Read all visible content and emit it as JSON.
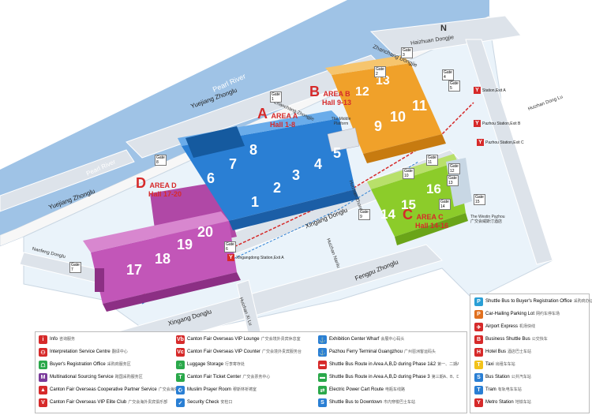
{
  "colors": {
    "area_a": "#2a7fd4",
    "area_b": "#f0a12a",
    "area_c": "#8ccc2a",
    "area_d": "#c256b8",
    "road": "#dde3ea",
    "river": "#9fc3e6",
    "ground": "#eaf3fa",
    "accent_red": "#d62a2a"
  },
  "compass": "N",
  "rivers": {
    "pearl_river_top": "Pearl River",
    "pearl_river_left": "Pearl River"
  },
  "roads": {
    "haizhuan_dongjie": "Haizhuan Dongjie",
    "zhanchang_dongjie": "Zhanchang Dongjie",
    "yuejiang_zhonglu_top": "Yuejiang Zhonglu",
    "yuejiang_zhonglu_left": "Yuejiang Zhonglu",
    "zhanchang_zhongjie": "Zhanchang Zhongjie",
    "xingang_donglu_mid": "Xingang Donglu",
    "xingang_donglu_bottom": "Xingang Donglu",
    "huizhanlu_nan": "Huizhan Nanlu",
    "huizhan_xilu": "Huizhan Xi Lu",
    "huizhan_zhongjie": "Huizhan Zhongjie",
    "fengpu_zhonglu": "Fengpu Zhonglu",
    "nanfeng_donglu": "Nanfeng Donglu",
    "huizhan_donglu": "Huizhan Dong Lu"
  },
  "areas": {
    "a": {
      "letter": "A",
      "title": "AREA A",
      "halls": "Hall 1-8"
    },
    "b": {
      "letter": "B",
      "title": "AREA B",
      "halls": "Hall 9-13"
    },
    "c": {
      "letter": "C",
      "title": "AREA C",
      "halls": "Hall 14-16"
    },
    "d": {
      "letter": "D",
      "title": "AREA D",
      "halls": "Hall 17-20"
    }
  },
  "hall_numbers": {
    "a": [
      "1",
      "2",
      "3",
      "4",
      "5",
      "6",
      "7",
      "8"
    ],
    "b": [
      "9",
      "10",
      "11",
      "12",
      "13"
    ],
    "c": [
      "14",
      "15",
      "16"
    ],
    "d": [
      "17",
      "18",
      "19",
      "20"
    ]
  },
  "gates": [
    "Gate 1",
    "Gate 2",
    "Gate 3",
    "Gate 4",
    "Gate 5",
    "Gate 6",
    "Gate 7",
    "Gate 8",
    "Gate 9",
    "Gate 10",
    "Gate 11",
    "Gate 12",
    "Gate 13",
    "Gate 14",
    "Gate 15"
  ],
  "places": {
    "middle_platform": "The Middle Platform",
    "westin_1": "The Westin Pazhou",
    "westin_2": "广交会威斯汀酒店",
    "pazhou_b": "Pazhou Station,Exit B",
    "pazhou_c": "Pazhou Station,Exit C",
    "xingang_a": "Xingangdong Station,Exit A",
    "station_a": "Station,Exit A"
  },
  "legend_right": [
    {
      "icon": "P",
      "color": "#2a9fd6",
      "en": "Shuttle Bus to Buyer's Registration Office",
      "zh": "采购商办证接驳巴士"
    },
    {
      "icon": "P",
      "color": "#e0701f",
      "en": "Car-Hailing Parking Lot",
      "zh": "网约车停车场"
    },
    {
      "icon": "✈",
      "color": "#d62a2a",
      "en": "Airport Express",
      "zh": "机场快线"
    },
    {
      "icon": "B",
      "color": "#d62a2a",
      "en": "Business Shuttle Bus",
      "zh": "公交快车"
    },
    {
      "icon": "H",
      "color": "#d62a2a",
      "en": "Hotel Bus",
      "zh": "酒店巴士车站"
    },
    {
      "icon": "T",
      "color": "#f2c21a",
      "en": "Taxi",
      "zh": "出租车车站"
    },
    {
      "icon": "S",
      "color": "#2a7fd4",
      "en": "Bus Station",
      "zh": "公共汽车站"
    },
    {
      "icon": "T",
      "color": "#2a7fd4",
      "en": "Tram",
      "zh": "有轨电车车站"
    },
    {
      "icon": "Y",
      "color": "#d62a2a",
      "en": "Metro Station",
      "zh": "地铁车站"
    }
  ],
  "legend_bottom": [
    {
      "icon": "i",
      "color": "#d62a2a",
      "en": "Info",
      "zh": "咨询服务"
    },
    {
      "icon": "⚇",
      "color": "#d62a2a",
      "en": "Interpretation Service Centre",
      "zh": "翻译中心"
    },
    {
      "icon": "☖",
      "color": "#2aa84a",
      "en": "Buyer's Registration Office",
      "zh": "采购商服务区"
    },
    {
      "icon": "M",
      "color": "#7a3a9a",
      "en": "Multinational Sourcing Service",
      "zh": "跨国采购服务区"
    },
    {
      "icon": "▲",
      "color": "#d62a2a",
      "en": "Canton Fair Overseas Cooperative Partner Service",
      "zh": "广交会海外合作伙伴服务中心"
    },
    {
      "icon": "V",
      "color": "#d62a2a",
      "en": "Canton Fair Overseas VIP Elite Club",
      "zh": "广交会海外贵宾俱乐部"
    },
    {
      "icon": "Vb",
      "color": "#d62a2a",
      "en": "Canton Fair Overseas VIP Lounge",
      "zh": "广交会境外贵宾休息室"
    },
    {
      "icon": "Vc",
      "color": "#d62a2a",
      "en": "Canton Fair Overseas VIP Counter",
      "zh": "广交会境外贵宾服务台"
    },
    {
      "icon": "⌂",
      "color": "#2aa84a",
      "en": "Luggage Storage",
      "zh": "行李寄存处"
    },
    {
      "icon": "T",
      "color": "#2aa84a",
      "en": "Canton Fair Ticket Center",
      "zh": "广交会票务中心"
    },
    {
      "icon": "☪",
      "color": "#2a7fd4",
      "en": "Muslim Prayer Room",
      "zh": "穆斯林祈祷室"
    },
    {
      "icon": "✓",
      "color": "#2a7fd4",
      "en": "Security Check",
      "zh": "安检口"
    },
    {
      "icon": "⚓",
      "color": "#2a7fd4",
      "en": "Exhibition Center Wharf",
      "zh": "会展中心码头"
    },
    {
      "icon": "⚓",
      "color": "#2a7fd4",
      "en": "Pazhou Ferry Terminal Guangzhou",
      "zh": "广州琶洲客运码头"
    },
    {
      "icon": "▬",
      "color": "#d62a2a",
      "en": "Shuttle Bus Route in Area A,B,D during Phase 1&2",
      "zh": "第一、二期A、B、D区展馆穿梭巴士路线"
    },
    {
      "icon": "▬",
      "color": "#2aa84a",
      "en": "Shuttle Bus Route in Area A,B,D during Phase 3",
      "zh": "第三期A、B、D区展馆穿梭巴士路线"
    },
    {
      "icon": "⇄",
      "color": "#2aa84a",
      "en": "Electric Power Cart Route",
      "zh": "电瓶车线路"
    },
    {
      "icon": "S",
      "color": "#2a7fd4",
      "en": "Shuttle Bus to Downtown",
      "zh": "市内穿梭巴士车站"
    }
  ]
}
